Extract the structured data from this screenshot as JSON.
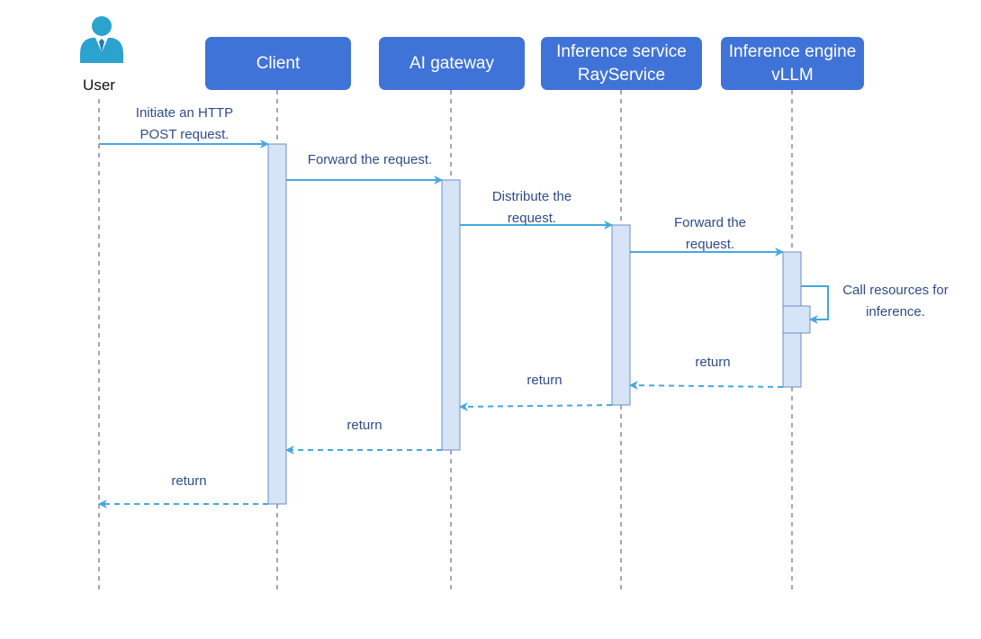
{
  "actors": {
    "user": "User",
    "client": "Client",
    "gateway": "AI gateway",
    "service": "Inference service\nRayService",
    "engine": "Inference engine\nvLLM"
  },
  "messages": {
    "initiate": "Initiate an HTTP\nPOST request.",
    "forward1": "Forward the request.",
    "distribute": "Distribute the\nrequest.",
    "forward2": "Forward the\nrequest.",
    "call": "Call resources for\ninference.",
    "return_engine": "return",
    "return_service": "return",
    "return_gateway": "return",
    "return_client": "return"
  },
  "colors": {
    "actor_box": "#4073d8",
    "arrow": "#45a8e0",
    "activation_fill": "#d6e4f8",
    "activation_border": "#6f8dc4",
    "lifeline": "#8a8a8a",
    "message_text": "#2f4d8a"
  },
  "icons": {
    "user": "user-avatar-icon"
  }
}
